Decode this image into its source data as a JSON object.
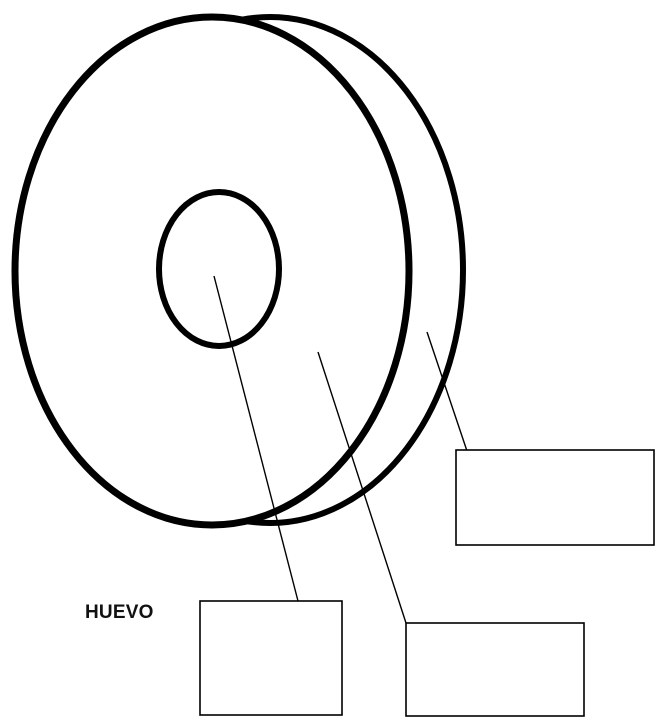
{
  "labels": {
    "egg": "HUEVO"
  },
  "answer_boxes": [
    {
      "id": "box-right",
      "value": ""
    },
    {
      "id": "box-middle",
      "value": ""
    },
    {
      "id": "box-left",
      "value": ""
    }
  ],
  "colors": {
    "stroke": "#000000",
    "background": "#ffffff",
    "text": "#111111"
  }
}
